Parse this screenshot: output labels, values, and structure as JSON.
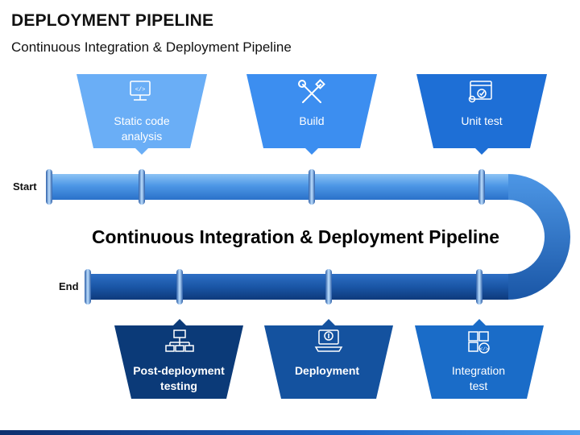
{
  "header": {
    "title": "DEPLOYMENT PIPELINE",
    "subtitle": "Continuous Integration & Deployment Pipeline"
  },
  "pipe": {
    "start_label": "Start",
    "end_label": "End",
    "center_text": "Continuous Integration & Deployment Pipeline"
  },
  "stages_top": [
    {
      "label_line1": "Static code",
      "label_line2": "analysis",
      "icon": "code-monitor-icon",
      "color": "#6aaef6"
    },
    {
      "label_line1": "Build",
      "label_line2": "",
      "icon": "tools-icon",
      "color": "#3c8ef0"
    },
    {
      "label_line1": "Unit test",
      "label_line2": "",
      "icon": "test-window-icon",
      "color": "#1e6fd6"
    }
  ],
  "stages_bottom": [
    {
      "label_line1": "Post-deployment",
      "label_line2": "testing",
      "icon": "network-icon",
      "color": "#0b3a78"
    },
    {
      "label_line1": "Deployment",
      "label_line2": "",
      "icon": "laptop-upload-icon",
      "color": "#14529f"
    },
    {
      "label_line1": "Integration",
      "label_line2": "test",
      "icon": "puzzle-code-icon",
      "color": "#1a6cc8"
    }
  ]
}
